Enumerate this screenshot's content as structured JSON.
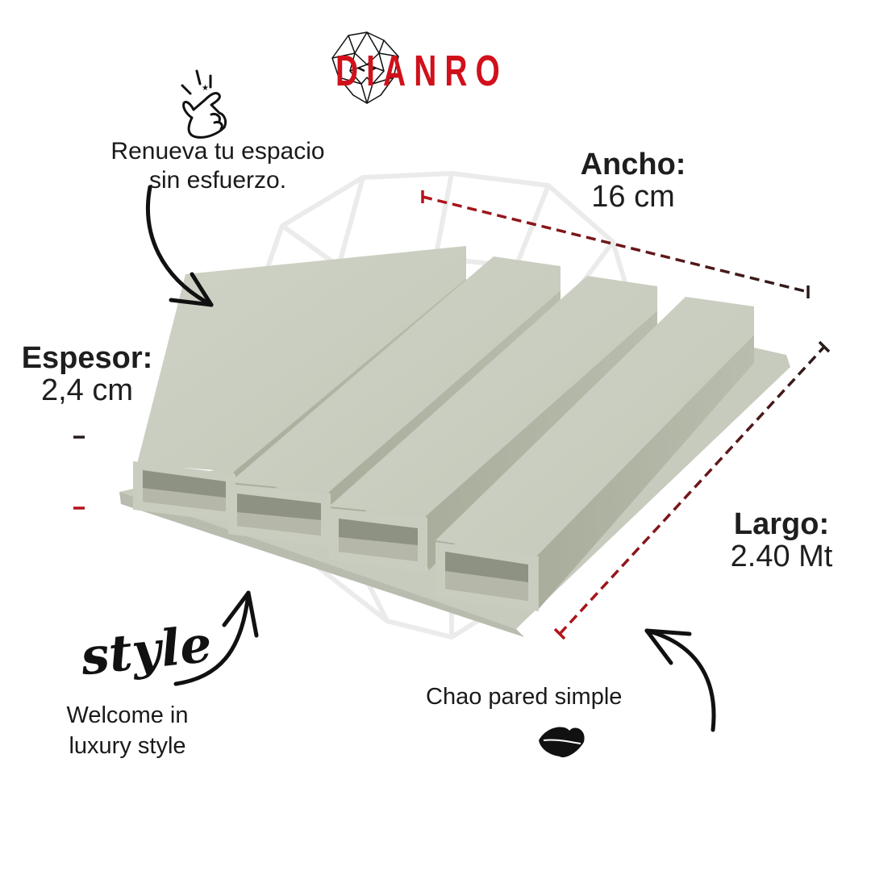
{
  "brand": {
    "name": "DIANRO",
    "logo_icon": "geometric-lion-head-icon",
    "color": "#d0111b"
  },
  "tagline": {
    "icon": "finger-snap-icon",
    "line1": "Renueva tu espacio",
    "line2": "sin esfuerzo."
  },
  "dimensions": {
    "ancho": {
      "label": "Ancho:",
      "value": "16 cm"
    },
    "espesor": {
      "label": "Espesor:",
      "value": "2,4 cm"
    },
    "largo": {
      "label": "Largo:",
      "value": "2.40 Mt"
    },
    "line_colors": {
      "start": "#b3141b",
      "end": "#2a1a1a"
    }
  },
  "style_note": {
    "script_word": "style",
    "line1": "Welcome in",
    "line2": "luxury style"
  },
  "closing": {
    "text": "Chao pared simple",
    "icon": "lips-kiss-icon"
  },
  "product": {
    "description": "Fluted wall panel with 4 hollow rectangular slats",
    "slat_count": 4,
    "color": "#c9cdbf"
  }
}
